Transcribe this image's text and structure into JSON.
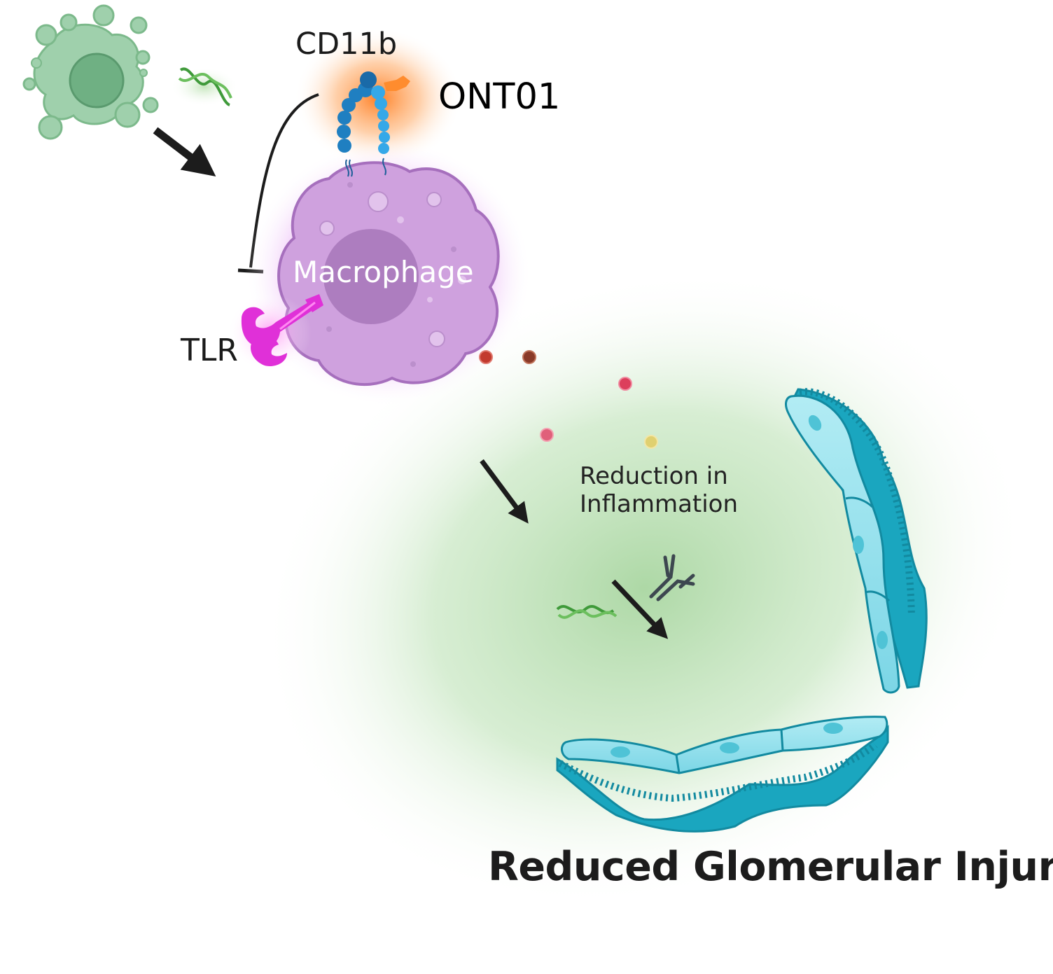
{
  "labels": {
    "cd11b": "CD11b",
    "ont01": "ONT01",
    "tlr": "TLR",
    "macrophage": "Macrophage",
    "reduction_line1": "Reduction in",
    "reduction_line2": "Inflammation",
    "outcome": "Reduced Glomerular Injury"
  },
  "colors": {
    "dying_cell": "#8fc69e",
    "macrophage": "#c58fd6",
    "cd11b_receptor": "#1f7fc1",
    "ont01_agonist": "#ff8c2e",
    "tlr": "#e030d8",
    "background_glow": "#b8deb0",
    "glomerular_cells": "#8fe0ec",
    "basement_membrane": "#1aa6bf"
  },
  "icons": [
    "dying-cell-icon",
    "dna-icon",
    "antibody-icon",
    "cytokine-icon",
    "arrow-icon",
    "inhibition-icon"
  ]
}
